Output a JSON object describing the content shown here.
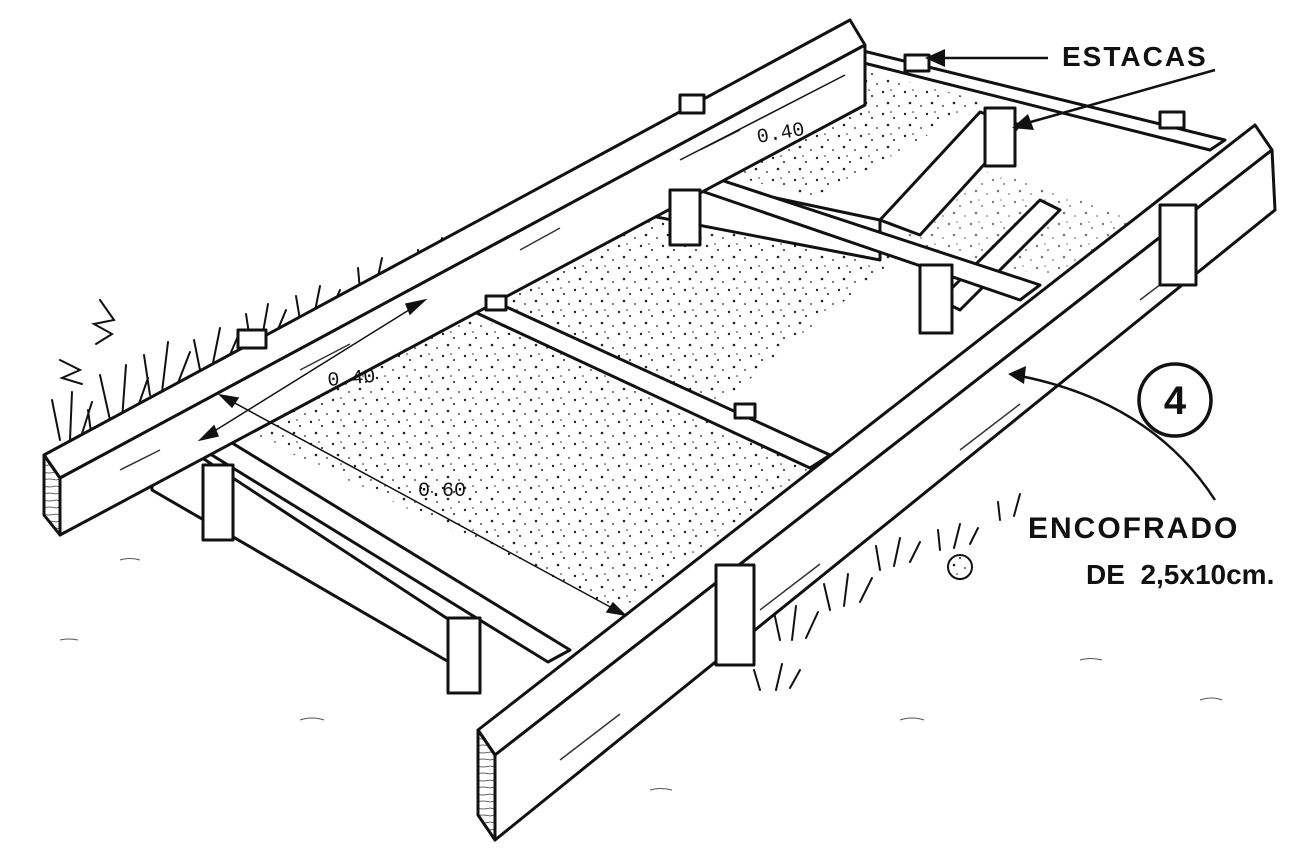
{
  "labels": {
    "stakes": "ESTACAS",
    "formwork_line1": "ENCOFRADO",
    "formwork_line2": "DE  2,5x10cm.",
    "figure_number": "4"
  },
  "dimensions": {
    "back_width": "0.40",
    "front_width": "0.40",
    "length": "0.60"
  },
  "colors": {
    "ink": "#111111",
    "paper": "#ffffff"
  }
}
